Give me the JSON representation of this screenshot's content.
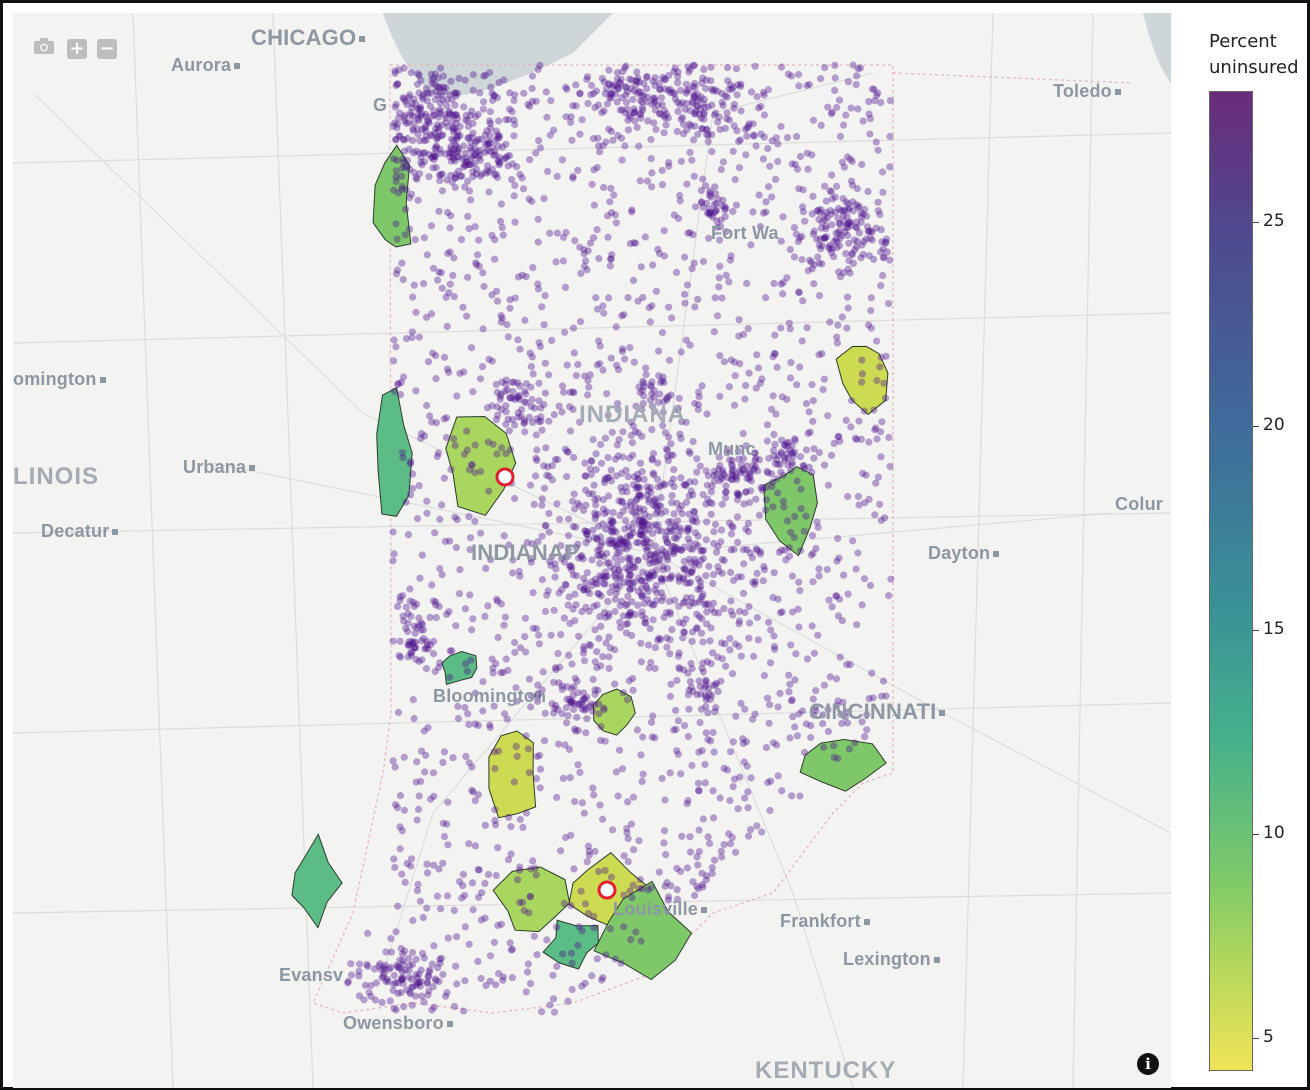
{
  "modebar": {
    "camera": "camera-icon",
    "zoom_in": "+",
    "zoom_out": "−"
  },
  "map_labels": {
    "chicago": "CHICAGO",
    "aurora": "Aurora",
    "g": "G",
    "toledo": "Toledo",
    "fort_wayne": "Fort Wa",
    "bloomington_il": "omington",
    "illinois": "LINOIS",
    "urbana": "Urbana",
    "decatur": "Decatur",
    "indiana": "INDIANA",
    "indianapolis": "INDIANAP",
    "muncie": "Munc",
    "columbus": "Colur",
    "dayton": "Dayton",
    "bloomington_in": "Bloomington",
    "cincinnati": "CINCINNATI",
    "frankfort": "Frankfort",
    "lexington": "Lexington",
    "louisville": "Louisville",
    "evansville": "Evansv",
    "owensboro": "Owensboro",
    "kentucky": "KENTUCKY"
  },
  "info_label": "i",
  "colorbar": {
    "title_line1": "Percent",
    "title_line2": "uninsured",
    "min": 4.2,
    "max": 28.2,
    "ticks": [
      "25",
      "20",
      "15",
      "10",
      "5"
    ],
    "colors": [
      "#6a2c7a",
      "#3f6d9a",
      "#45b08c",
      "#b7d85a",
      "#f0e358"
    ]
  },
  "chart_data": {
    "type": "map",
    "colorbar_title": "Percent uninsured",
    "colorbar_ticks": [
      5,
      10,
      15,
      20,
      25
    ],
    "colorbar_range": [
      4.2,
      28.2
    ],
    "points_color": "#4b0f8c",
    "region_fill_colors": [
      "#7fc86a",
      "#5bbd85",
      "#a9d65f",
      "#cddb53"
    ],
    "highlight_markers": [
      {
        "label": "",
        "color": "#e02030"
      },
      {
        "label": "",
        "color": "#e02030"
      }
    ]
  }
}
